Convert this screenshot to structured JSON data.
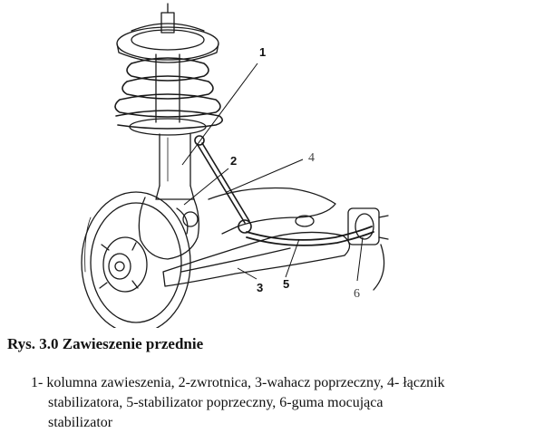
{
  "diagram": {
    "callouts": [
      "1",
      "2",
      "3",
      "4",
      "5",
      "6"
    ]
  },
  "caption": "Rys. 3.0 Zawieszenie przednie",
  "legend": {
    "line1": "1- kolumna zawieszenia, 2-zwrotnica, 3-wahacz poprzeczny, 4- łącznik",
    "line2": "stabilizatora, 5-stabilizator poprzeczny, 6-guma mocująca",
    "line3": "stabilizator"
  }
}
